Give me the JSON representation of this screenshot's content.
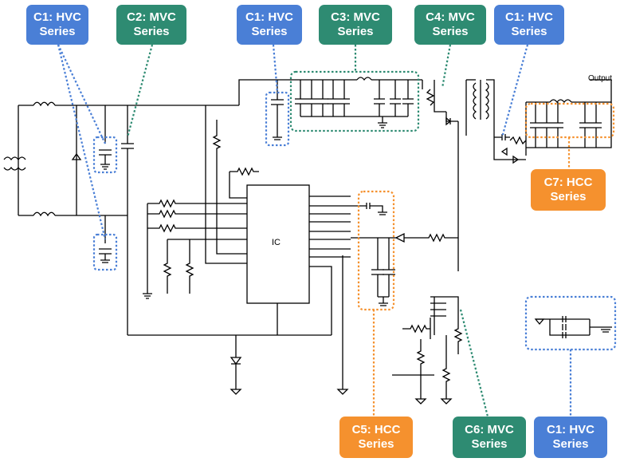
{
  "colors": {
    "hvc": "#4a7fd6",
    "mvc": "#2e8b72",
    "hcc": "#f5912e",
    "line": "#000000"
  },
  "labels": {
    "c1_top_left": {
      "line1": "C1: HVC",
      "line2": "Series"
    },
    "c2": {
      "line1": "C2: MVC",
      "line2": "Series"
    },
    "c1_top_mid": {
      "line1": "C1: HVC",
      "line2": "Series"
    },
    "c3": {
      "line1": "C3: MVC",
      "line2": "Series"
    },
    "c4": {
      "line1": "C4: MVC",
      "line2": "Series"
    },
    "c1_top_right": {
      "line1": "C1: HVC",
      "line2": "Series"
    },
    "c7": {
      "line1": "C7: HCC",
      "line2": "Series"
    },
    "c5": {
      "line1": "C5: HCC",
      "line2": "Series"
    },
    "c6": {
      "line1": "C6: MVC",
      "line2": "Series"
    },
    "c1_bottom": {
      "line1": "C1: HVC",
      "line2": "Series"
    }
  },
  "schematic": {
    "ic_label": "IC",
    "output_label": "Output"
  }
}
